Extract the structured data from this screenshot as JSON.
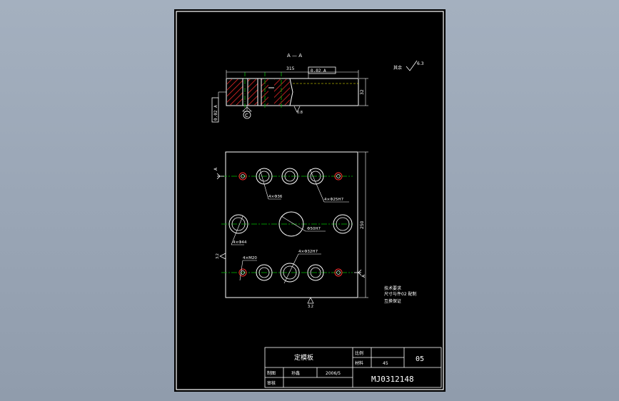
{
  "section_label": "A — A",
  "top_view": {
    "length_dim": "315",
    "tolerance_frame": "0.02 A",
    "thickness_dim": "32",
    "flatness_frame": "0.02 A",
    "datum_letter": "C",
    "roughness": "0.8"
  },
  "plan_view": {
    "section_mark_left": "A",
    "section_mark_right": "A",
    "height_dim": "250",
    "roughness_left": "3.2",
    "roughness_bottom": "3.2",
    "callouts": {
      "hole_36": "4×Φ36",
      "hole_25_fit": "4×Φ25H7",
      "hole_50_fit": "Φ50H7",
      "hole_44": "4×Φ44",
      "hole_20": "4×M20",
      "hole_32_fit": "4×Φ32H7"
    }
  },
  "surface_note": {
    "label": "其余",
    "value": "6.3"
  },
  "tech_req": [
    "技术要求",
    "尺寸与件02 配制",
    "互换保证"
  ],
  "title_block": {
    "part_name": "定模板",
    "scale_label": "比例",
    "material_label": "材料",
    "material_value": "45",
    "sheet_no": "05",
    "drawn_label": "制图",
    "drawn_by": "孙鑫",
    "date": "2006/5",
    "checked_label": "审核",
    "drawing_number": "MJ0312148"
  },
  "colors": {
    "sheet": "#000000",
    "lines": "#ffffff",
    "hatch": "#ff2a2a",
    "center": "#00c000",
    "hidden": "#ffff00",
    "hole": "#ff3030"
  }
}
